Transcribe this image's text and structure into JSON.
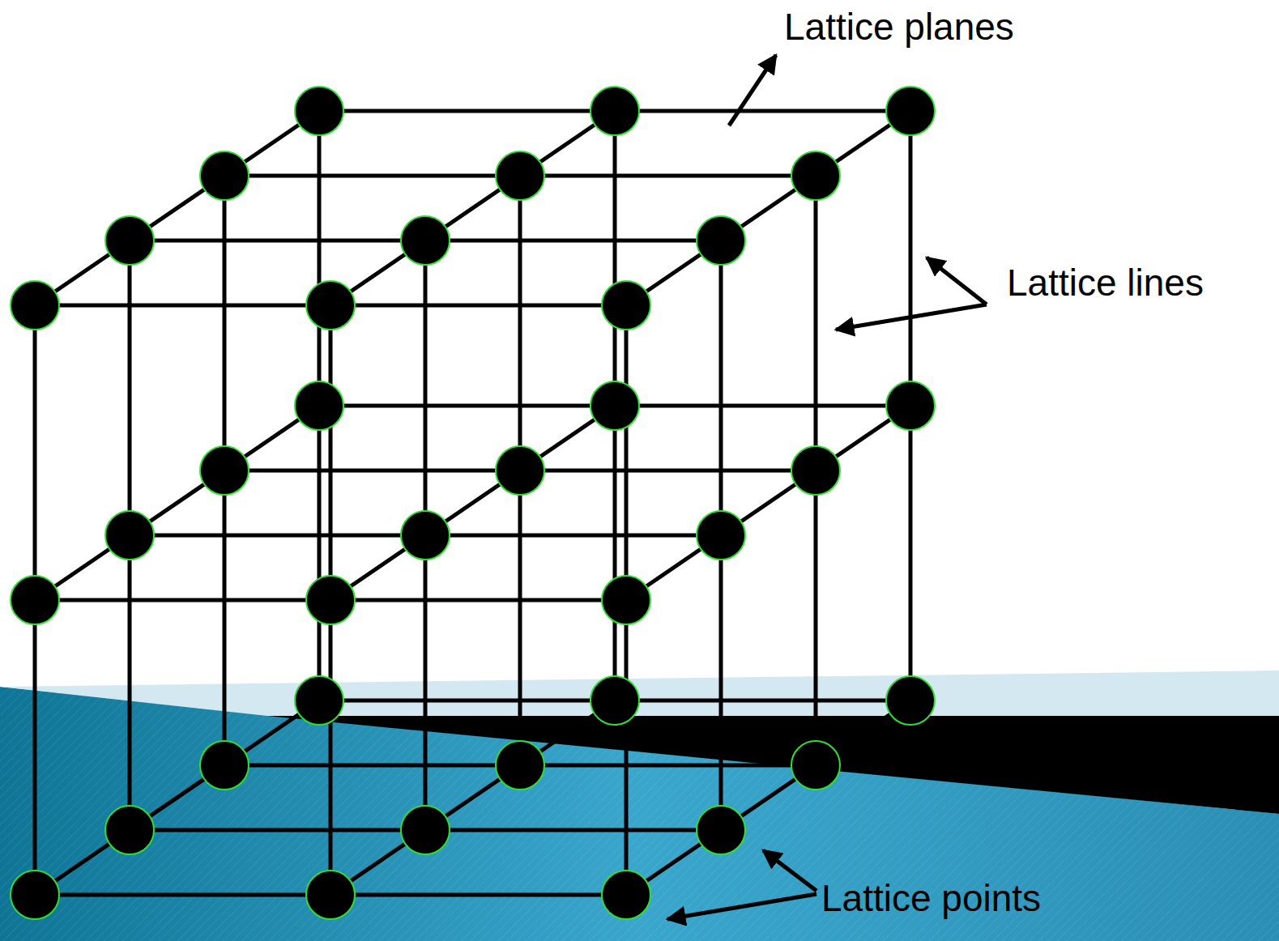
{
  "diagram": {
    "labels": [
      "Lattice planes",
      "Lattice lines",
      "Lattice points"
    ]
  }
}
